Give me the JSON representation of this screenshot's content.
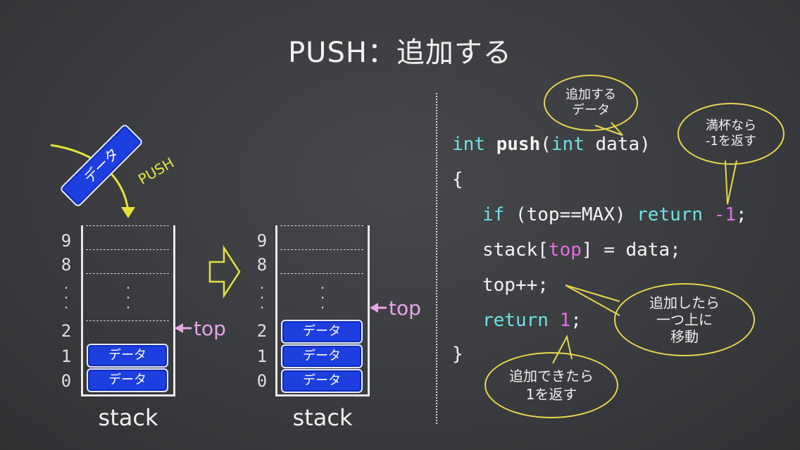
{
  "title": "PUSH：追加する",
  "stacks": [
    {
      "label": "stack",
      "indices": [
        "9",
        "8",
        "2",
        "1",
        "0"
      ],
      "items": [
        "データ",
        "データ"
      ],
      "top_label": "top"
    },
    {
      "label": "stack",
      "indices": [
        "9",
        "8",
        "2",
        "1",
        "0"
      ],
      "items": [
        "データ",
        "データ",
        "データ"
      ],
      "top_label": "top"
    }
  ],
  "incoming": {
    "box_label": "データ",
    "action_label": "PUSH"
  },
  "code": {
    "sig_kw1": "int",
    "sig_fn": "push",
    "sig_open": "(",
    "sig_kw2": "int",
    "sig_rest": " data)",
    "open_brace": "{",
    "l1_kw": "if",
    "l1_cond": " (top==MAX) ",
    "l1_ret": "return",
    "l1_space": " ",
    "l1_num": "-1",
    "l1_end": ";",
    "l2_a": "stack[",
    "l2_var": "top",
    "l2_b": "] = data;",
    "l3": "top++;",
    "l4_kw": "return",
    "l4_space": " ",
    "l4_num": "1",
    "l4_end": ";",
    "close_brace": "}"
  },
  "bubbles": {
    "data_arg": [
      "追加する",
      "データ"
    ],
    "full": [
      "満杯なら",
      "-1を返す"
    ],
    "increment": [
      "追加したら",
      "一つ上に",
      "移動"
    ],
    "success": [
      "追加できたら",
      "1を返す"
    ]
  },
  "colors": {
    "background": "#3a3c3f",
    "box_fill": "#1d3fe0",
    "keyword": "#6fe0e3",
    "number": "#e46ee4",
    "top_pointer": "#e7a6e6",
    "bubble_border": "#e9d64f",
    "push_arrow": "#e5e23c"
  }
}
